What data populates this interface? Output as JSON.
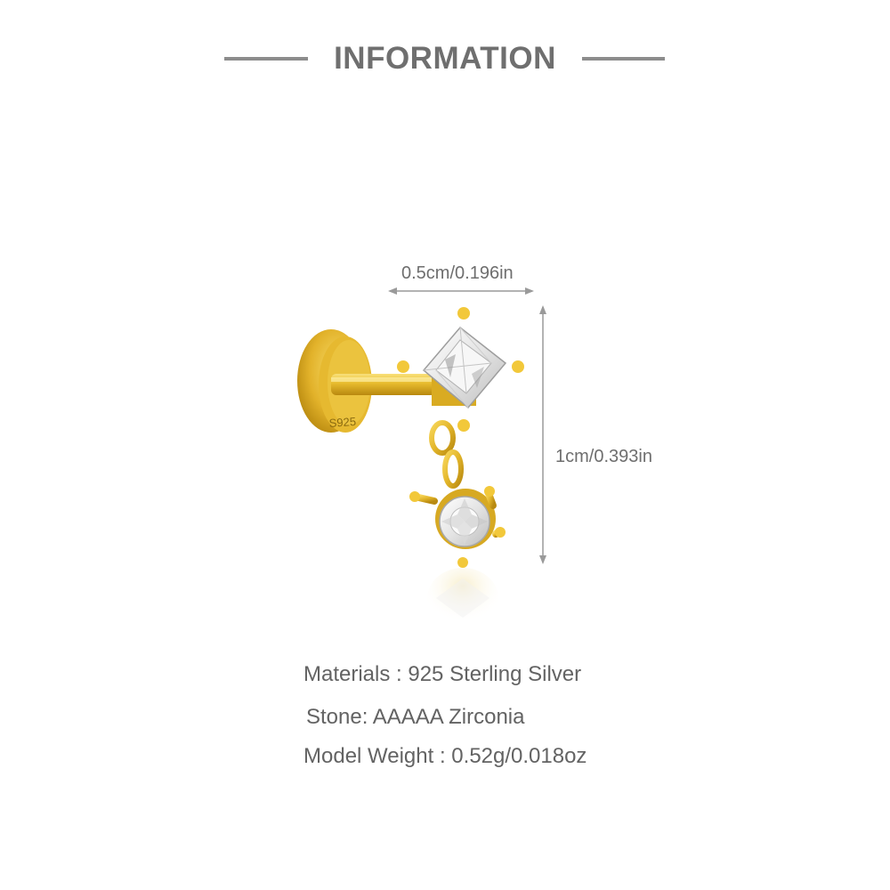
{
  "header": {
    "title": "INFORMATION"
  },
  "dimensions": {
    "width_label": "0.5cm/0.196in",
    "height_label": "1cm/0.393in"
  },
  "product": {
    "stamp": "S925",
    "metal_color": "#e0b62e",
    "icon": "earring-illustration"
  },
  "specs": {
    "materials": "Materials : 925 Sterling Silver",
    "stone": "Stone: AAAAA Zirconia",
    "weight": "Model Weight : 0.52g/0.018oz"
  },
  "colors": {
    "text": "#666666",
    "rule": "#8c8c8c",
    "gold": "#e0b62e"
  }
}
